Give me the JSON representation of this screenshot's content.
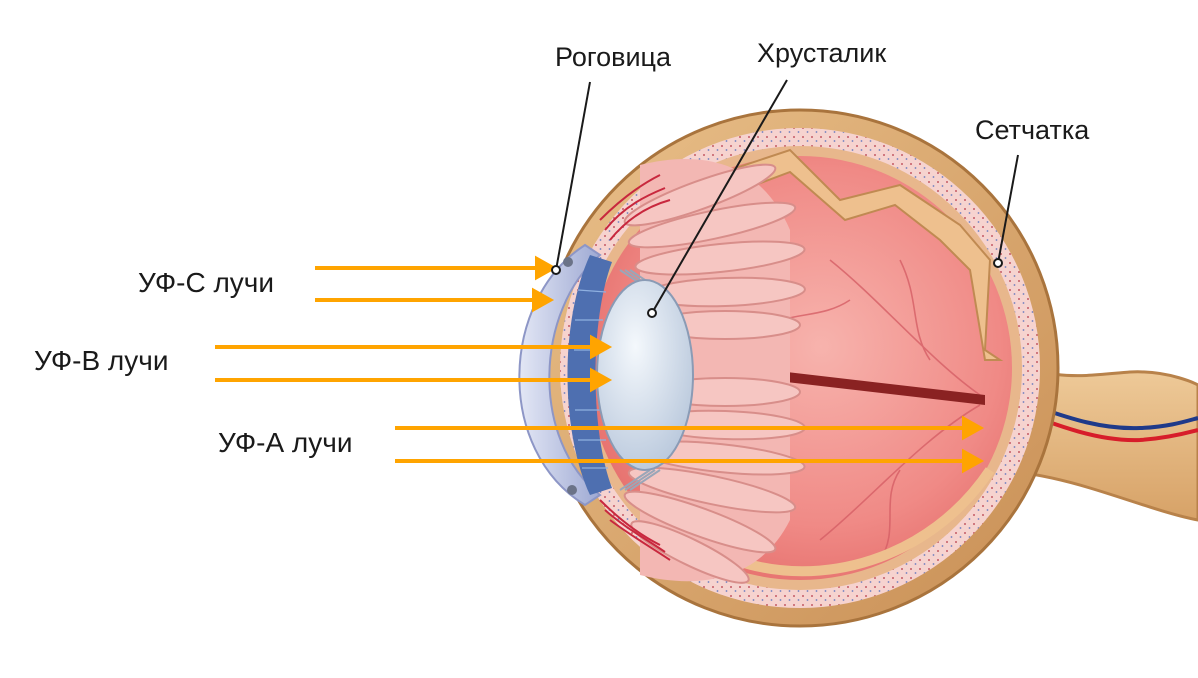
{
  "labels": {
    "cornea": "Роговица",
    "lens": "Хрусталик",
    "retina": "Сетчатка"
  },
  "rays": [
    {
      "name": "uvc",
      "label": "УФ-С лучи"
    },
    {
      "name": "uvb",
      "label": "УФ-В лучи"
    },
    {
      "name": "uva",
      "label": "УФ-А лучи"
    }
  ],
  "colors": {
    "ray": "#ffa400",
    "sclera": "#d9a66b",
    "choroid": "#f1c7c3",
    "vitreous": "#f08a86",
    "cornea": "#c7cde8",
    "iris": "#4e6fb0",
    "lens": "#d9e4f0",
    "ciliary": "#f3b7b3"
  }
}
